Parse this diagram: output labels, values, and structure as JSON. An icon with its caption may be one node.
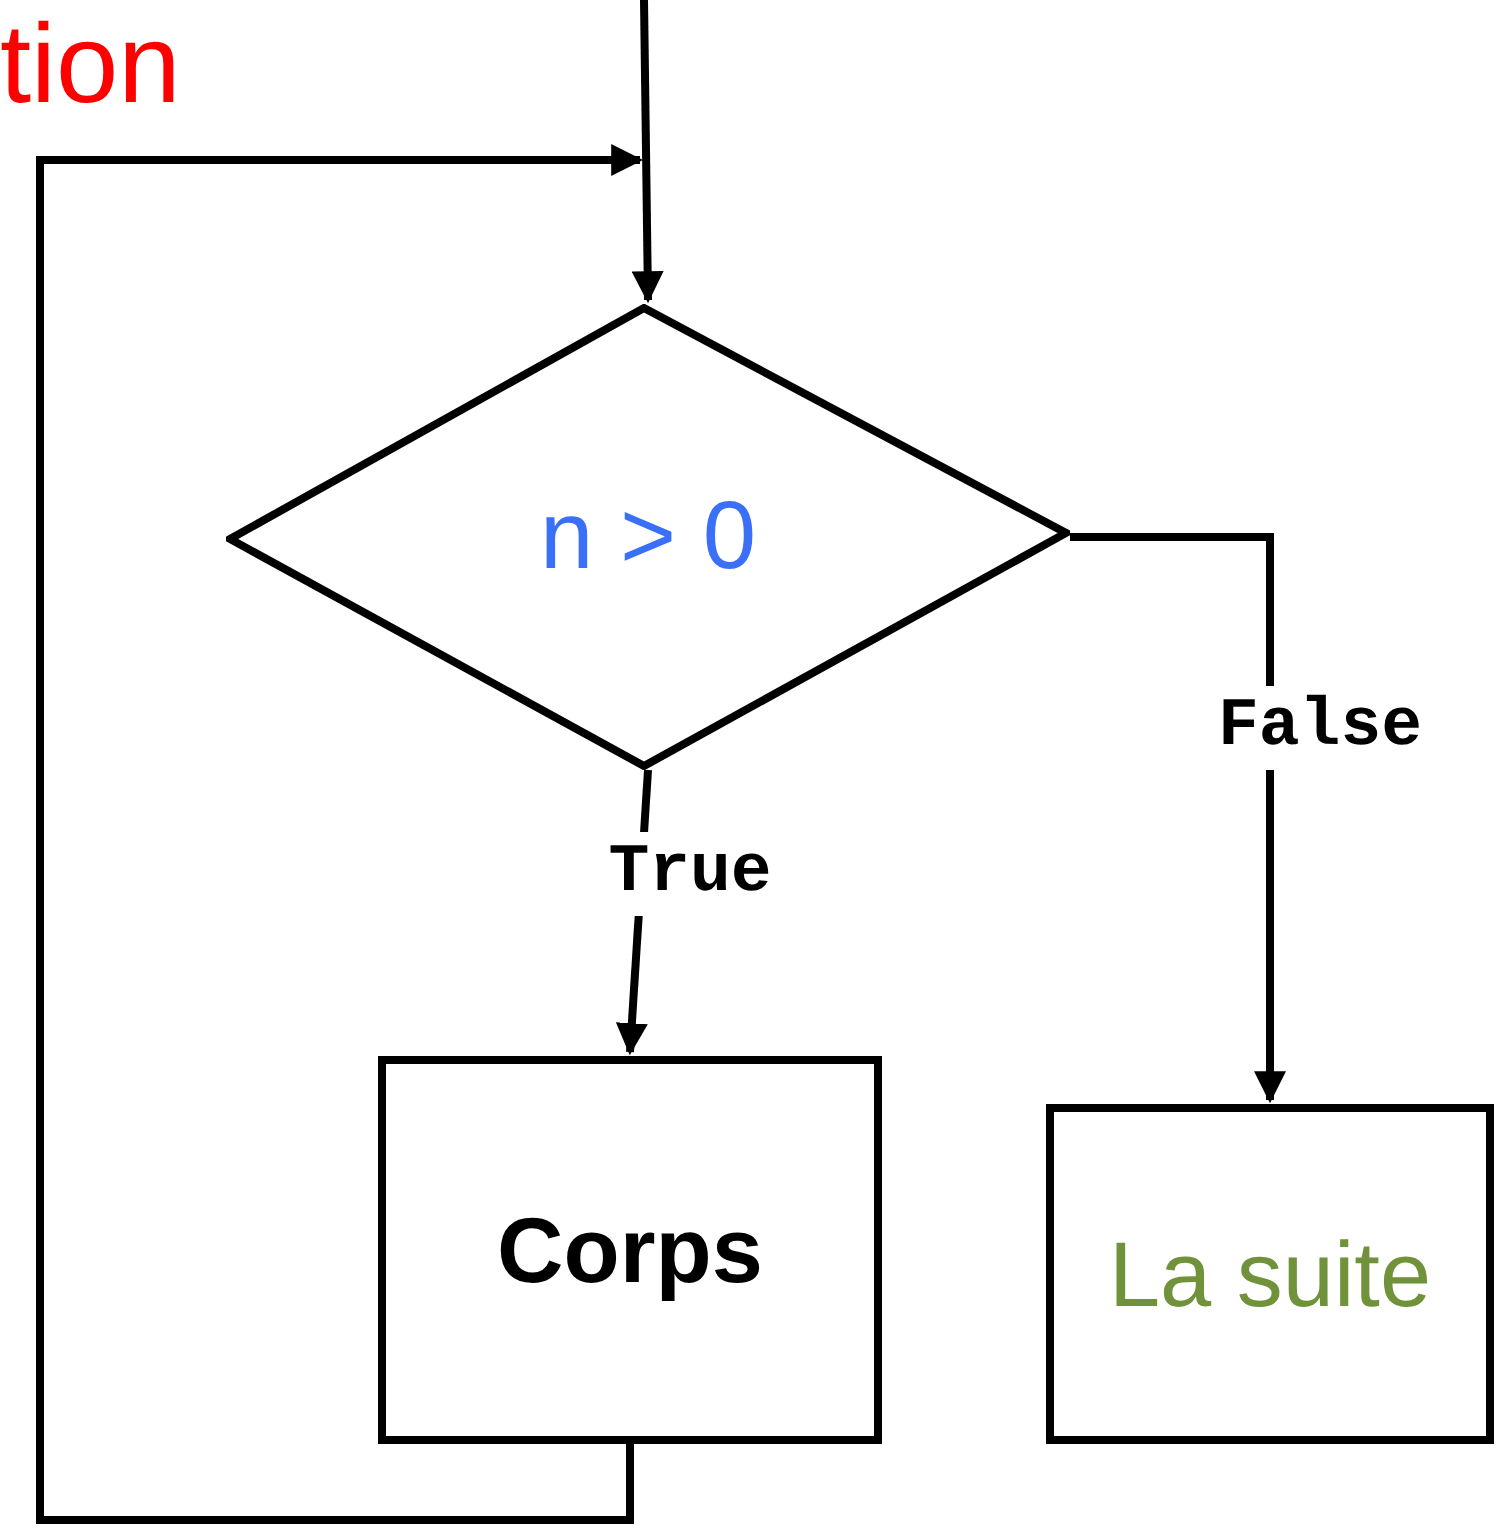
{
  "diagram": {
    "nodes": [
      {
        "text": [
          "n > 0"
        ]
      },
      {
        "text": [
          "Corps"
        ]
      },
      {
        "text": [
          "La suite"
        ]
      }
    ],
    "edges": [
      {
        "from": null,
        "to": 0,
        "arrow": "to"
      },
      {
        "from": 0,
        "to": 1,
        "arrow": "to",
        "label": "True"
      },
      {
        "from": 0,
        "to": 2,
        "arrow": "to",
        "label": "False"
      },
      {
        "from": 1,
        "to": 0,
        "arrow": "to"
      }
    ],
    "labels": [
      "tion"
    ]
  }
}
